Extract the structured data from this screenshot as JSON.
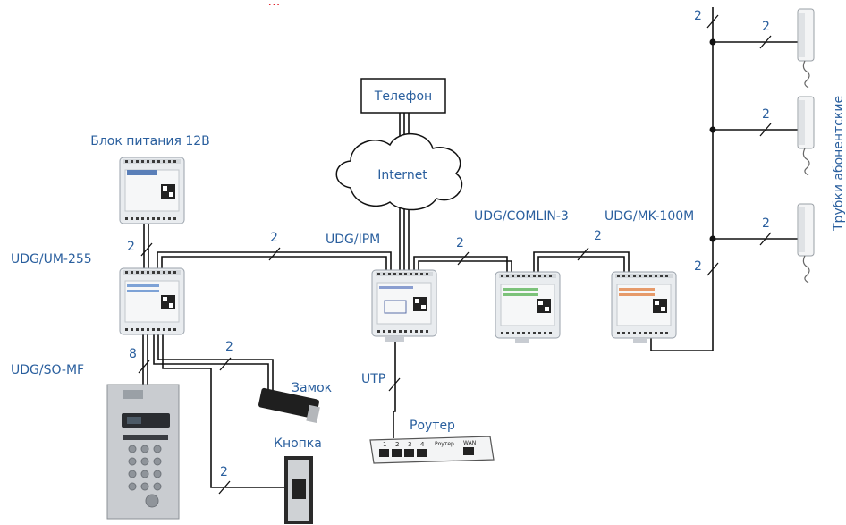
{
  "header": {
    "partial_title": "…"
  },
  "devices": {
    "power_supply": "Блок питания 12В",
    "um255": "UDG/UM-255",
    "so_mf": "UDG/SO-MF",
    "ipm": "UDG/IPM",
    "comlin3": "UDG/COMLIN-3",
    "mk100m": "UDG/MK-100M",
    "lock": "Замок",
    "button": "Кнопка",
    "router": "Роутер",
    "phone": "Телефон",
    "internet": "Internet",
    "handsets": "Трубки абонентские"
  },
  "wire_labels": {
    "psu_um": "2",
    "um_ipm": "2",
    "ipm_comlin": "2",
    "comlin_mk": "2",
    "um_panel": "8",
    "lock": "2",
    "button": "2",
    "utp": "UTP",
    "riser_top": "2",
    "riser_bottom": "2",
    "handset_1": "2",
    "handset_2": "2",
    "handset_3": "2"
  },
  "router_ports": {
    "p1": "1",
    "p2": "2",
    "p3": "3",
    "p4": "4",
    "name": "Роутер",
    "wan": "WAN"
  },
  "colors": {
    "label": "#2a5f9e",
    "title": "#e0202a",
    "wire": "#111111"
  }
}
